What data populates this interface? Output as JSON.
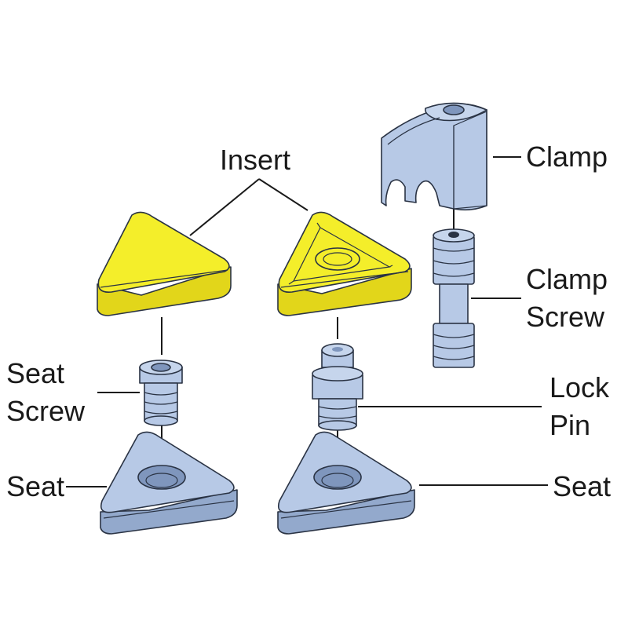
{
  "labels": {
    "insert": "Insert",
    "clamp": "Clamp",
    "clamp_screw_line1": "Clamp",
    "clamp_screw_line2": "Screw",
    "seat_screw_line1": "Seat",
    "seat_screw_line2": "Screw",
    "lock_pin_line1": "Lock",
    "lock_pin_line2": "Pin",
    "seat_left": "Seat",
    "seat_right": "Seat"
  },
  "colors": {
    "insert_fill": "#f4ee2a",
    "insert_side": "#e2d61a",
    "steel_fill": "#b7c9e6",
    "steel_side": "#93a9cc",
    "steel_dark": "#7f96bd",
    "outline": "#2a3344"
  }
}
